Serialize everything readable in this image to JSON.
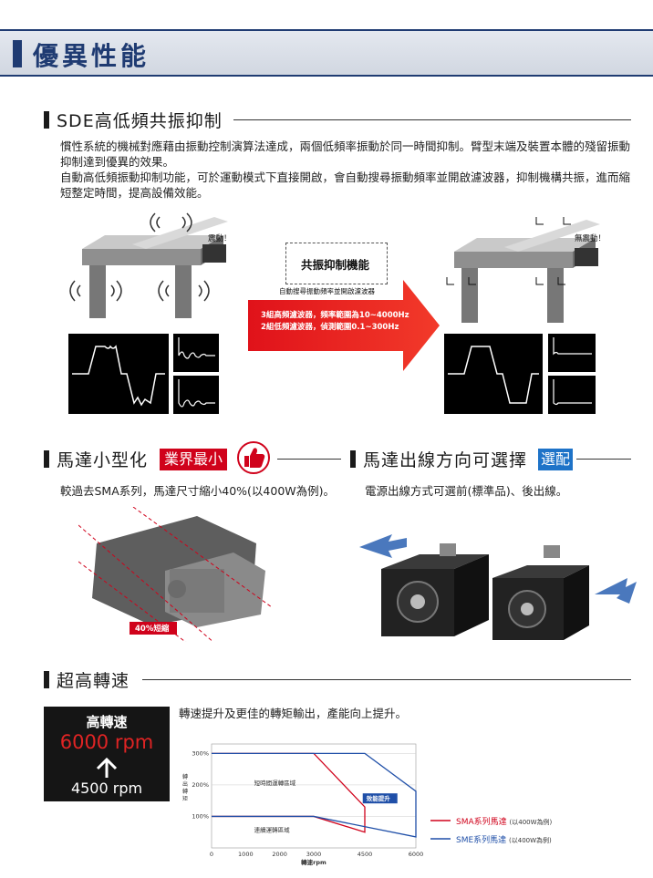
{
  "header": {
    "title": "優異性能"
  },
  "sec1": {
    "title": "SDE高低頻共振抑制",
    "para1": "慣性系統的機械對應藉由振動控制演算法達成，兩個低頻率振動於同一時間抑制。臂型末端及裝置本體的殘留振動抑制達到優異的效果。",
    "para2": "自動高低頻振動抑制功能，可於運動模式下直接開啟，會自動搜尋振動頻率並開啟濾波器，抑制機構共振，進而縮短整定時間，提高設備效能。",
    "left_tag": "震動！",
    "right_tag": "無震動！",
    "func_label": "共振抑制機能",
    "func_note": "自動搜尋振動頻率並開啟濾波器",
    "arrow_line1": "3組高頻濾波器，頻率範圍為10~4000Hz",
    "arrow_line2": "2組低頻濾波器，偵測範圍0.1~300Hz"
  },
  "sec2": {
    "title": "馬達小型化",
    "badge": "業界最小",
    "desc": "較過去SMA系列，馬達尺寸縮小40%(以400W為例)。",
    "shrink_tag": "40%短縮"
  },
  "sec3": {
    "title": "馬達出線方向可選擇",
    "badge": "選配",
    "desc": "電源出線方式可選前(標準品)、後出線。"
  },
  "sec4": {
    "title": "超高轉速",
    "box_title": "高轉速",
    "new_speed": "6000 rpm",
    "old_speed": "4500 rpm",
    "caption": "轉速提升及更佳的轉矩輸出，產能向上提升。"
  },
  "chart_data": {
    "type": "line",
    "ylabel": "轉出轉矩",
    "xlabel": "轉速rpm",
    "x_ticks": [
      "0",
      "1000",
      "2000",
      "3000",
      "4500",
      "6000"
    ],
    "y_ticks": [
      "100%",
      "200%",
      "300%"
    ],
    "xlim": [
      0,
      6000
    ],
    "ylim": [
      0,
      330
    ],
    "region_labels": {
      "short": "短時間運轉區域",
      "continuous": "連續運轉區域"
    },
    "improve_label": "效能提升",
    "colors": {
      "sma": "#d0021b",
      "sme": "#1f4fa8"
    },
    "series": [
      {
        "name": "SMA系列馬達",
        "note": "(以400W為例)",
        "x": [
          0,
          3000,
          4500,
          4500,
          3000,
          0
        ],
        "y": [
          300,
          300,
          130,
          50,
          100,
          100
        ]
      },
      {
        "name": "SME系列馬達",
        "note": "(以400W為例)",
        "x": [
          0,
          4500,
          6000,
          6000,
          3000,
          0
        ],
        "y": [
          300,
          300,
          180,
          35,
          100,
          100
        ]
      }
    ]
  }
}
